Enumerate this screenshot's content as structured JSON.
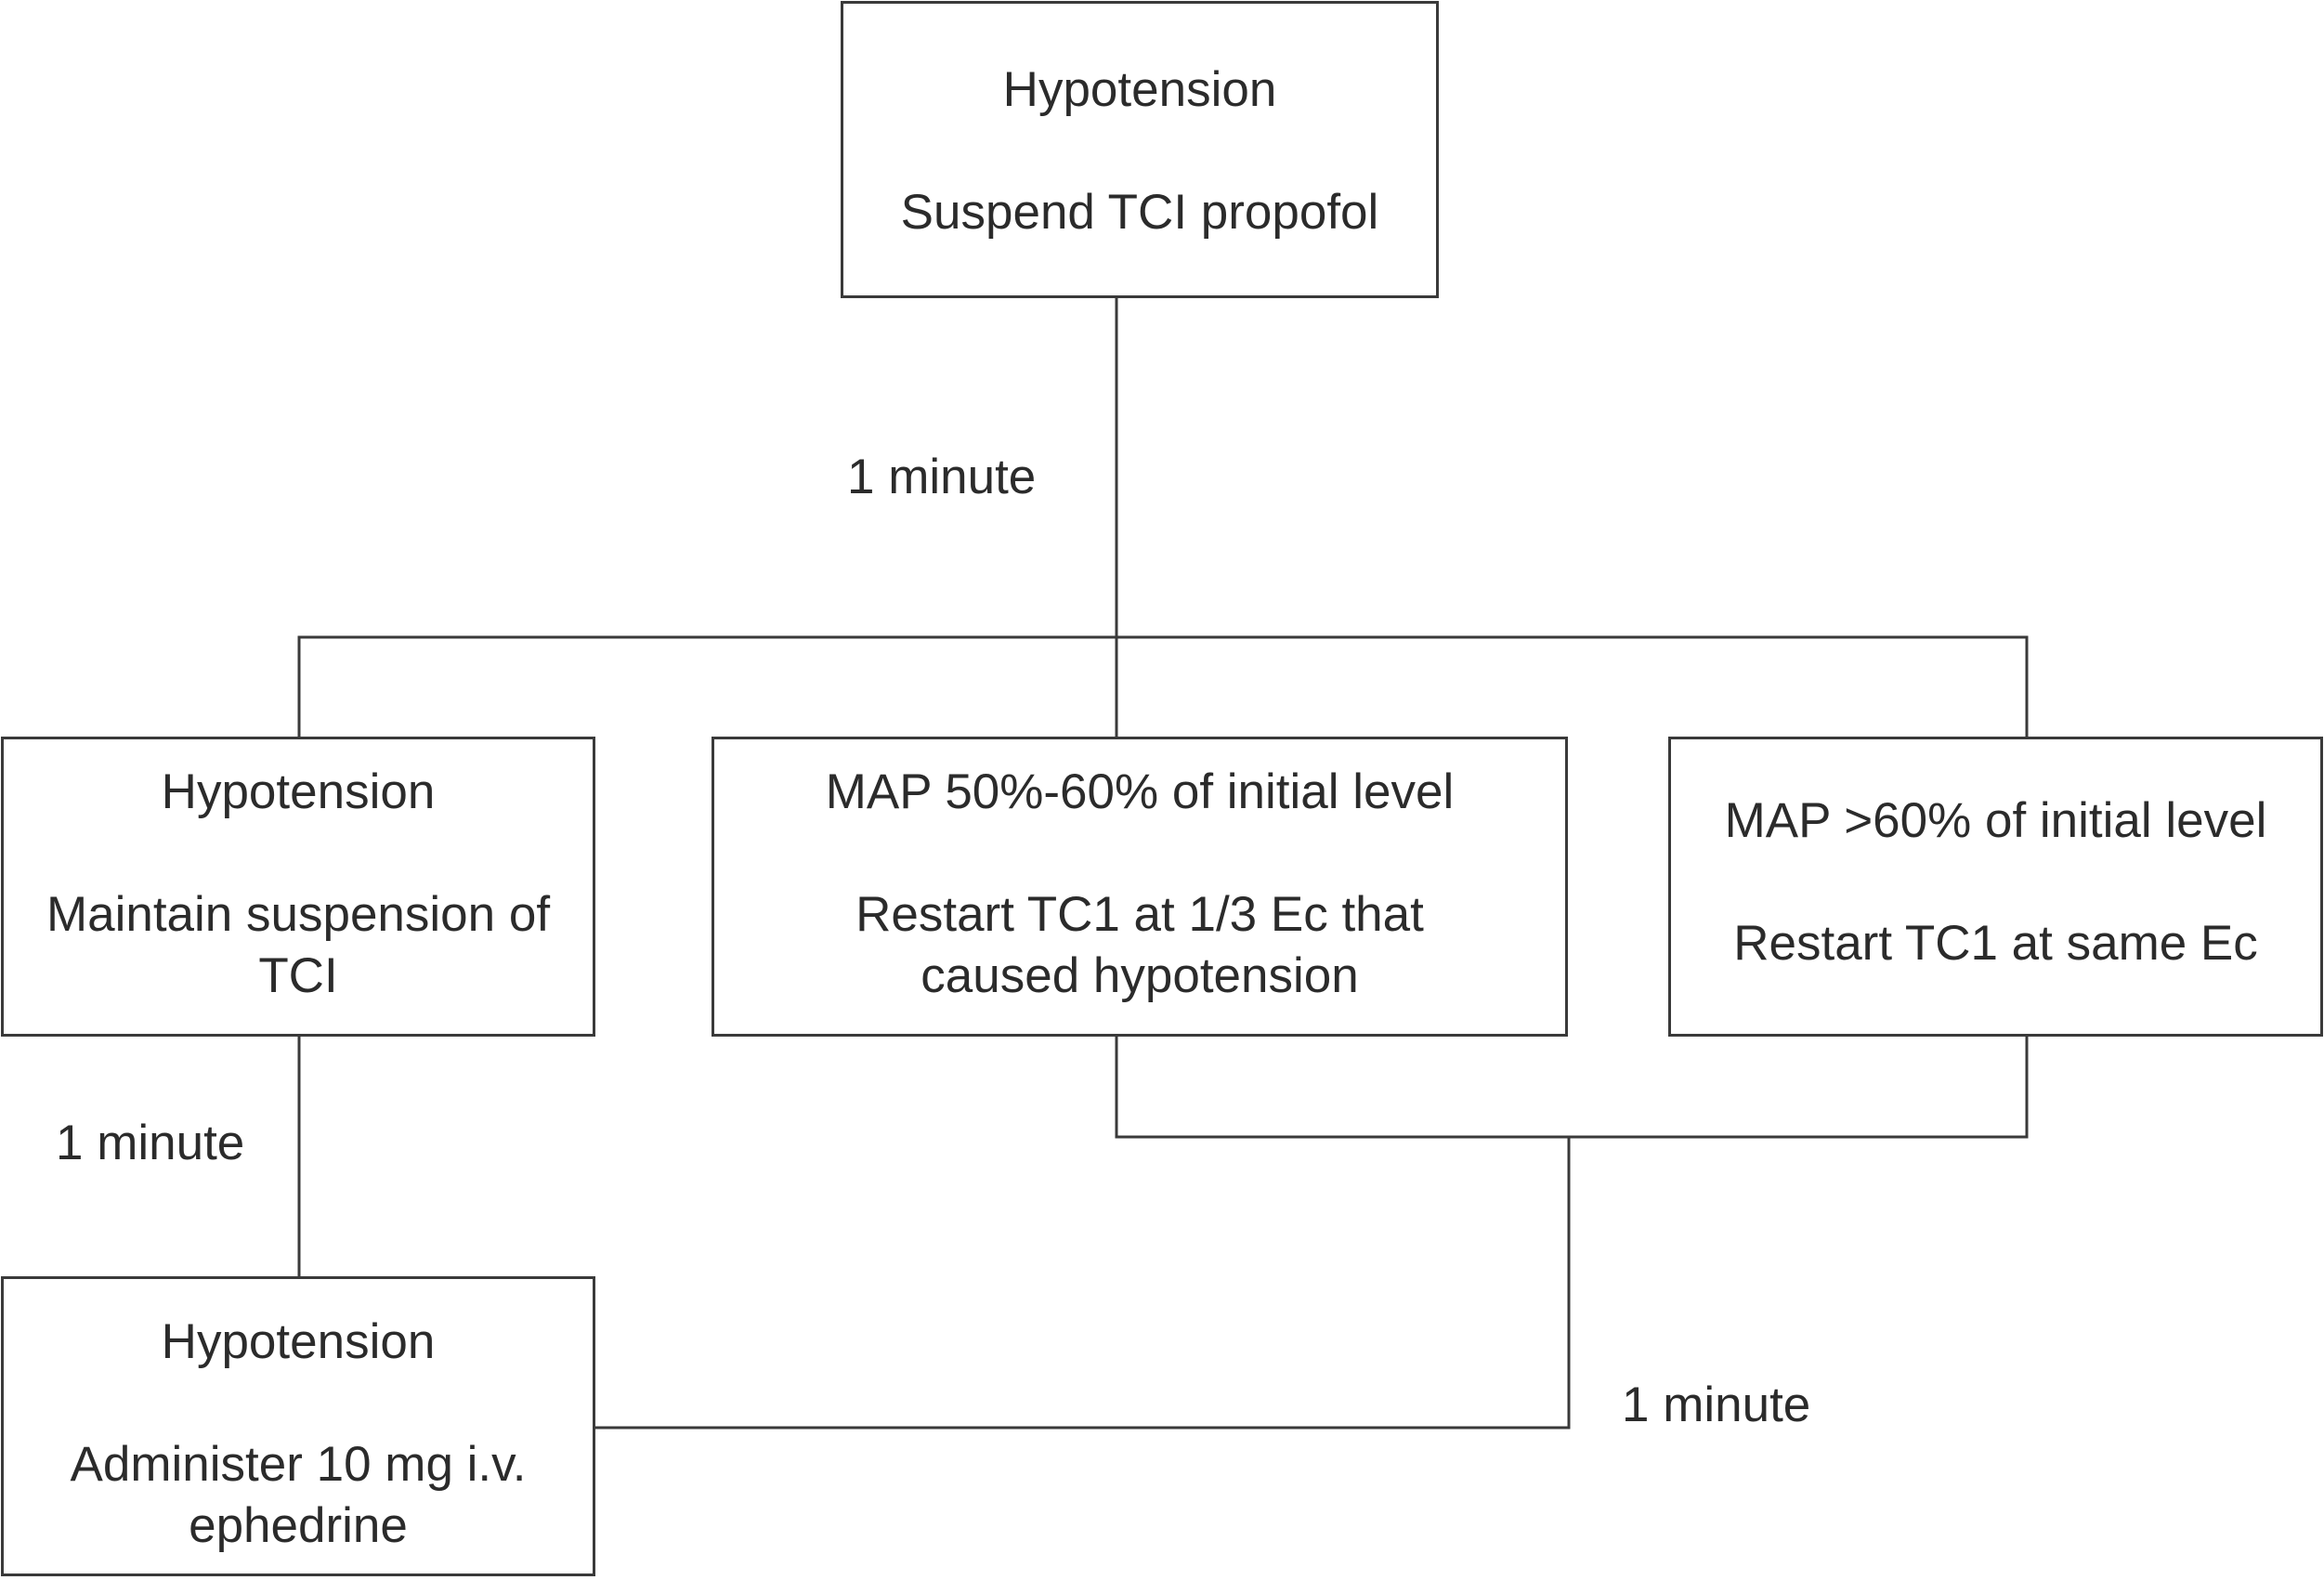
{
  "diagram": {
    "nodes": {
      "top": {
        "head": "Hypotension",
        "lines": [
          "Suspend TCI propofol"
        ]
      },
      "left": {
        "head": "Hypotension",
        "lines": [
          "Maintain suspension of",
          "TCI"
        ]
      },
      "mid": {
        "head": "MAP 50%-60% of initial level",
        "lines": [
          "Restart TC1 at 1/3 Ec that",
          "caused hypotension"
        ]
      },
      "right": {
        "head": "MAP >60% of initial level",
        "lines": [
          "Restart TC1 at same Ec"
        ]
      },
      "bottom": {
        "head": "Hypotension",
        "lines": [
          "Administer 10 mg i.v.",
          "ephedrine"
        ]
      }
    },
    "edge_labels": {
      "top_to_branches": "1 minute",
      "left_to_bottom": "1 minute",
      "mid_right_to_bottom": "1 minute"
    },
    "colors": {
      "line": "#3a3a3a",
      "text": "#2b2b2b",
      "background": "#ffffff"
    }
  }
}
